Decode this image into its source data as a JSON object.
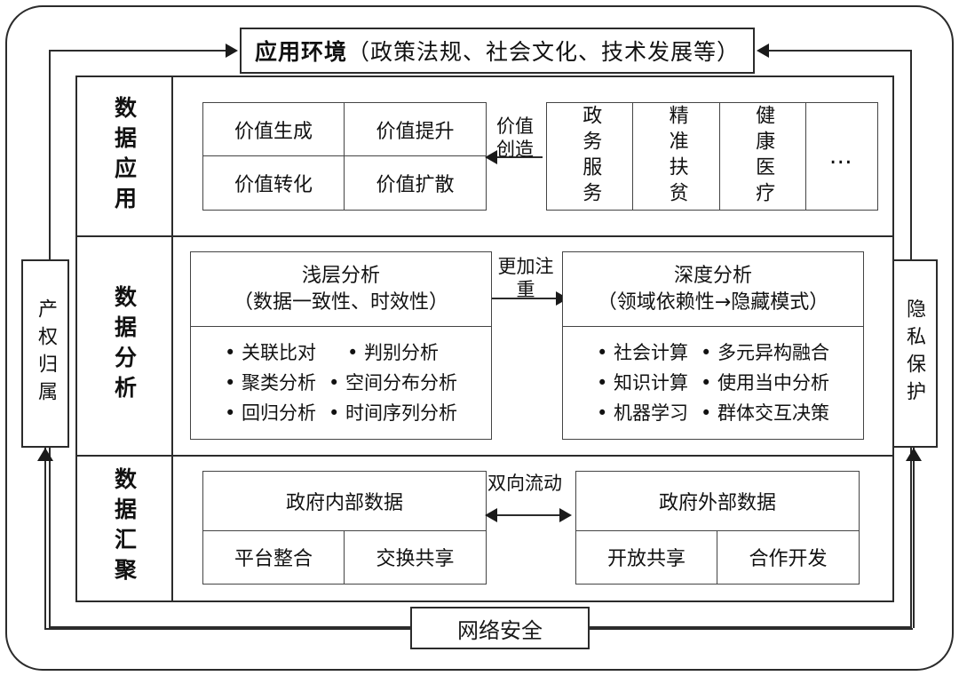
{
  "diagram": {
    "title_banner": "应用环境（政策法规、社会文化、技术发展等）",
    "bottom_banner": "网络安全",
    "left_side_label": "产权归属",
    "right_side_label": "隐私保护",
    "rows": {
      "application": {
        "label": "数据应用",
        "value_grid": [
          "价值生成",
          "价值提升",
          "价值转化",
          "价值扩散"
        ],
        "connector_label": "价值创造",
        "domains": [
          "政务服务",
          "精准扶贫",
          "健康医疗",
          "…"
        ]
      },
      "analysis": {
        "label": "数据分析",
        "connector_label": "更加注重",
        "shallow": {
          "title": "浅层分析",
          "subtitle": "（数据一致性、时效性）",
          "left_items": [
            "关联比对",
            "聚类分析",
            "回归分析"
          ],
          "right_items": [
            "判别分析",
            "空间分布分析",
            "时间序列分析"
          ]
        },
        "deep": {
          "title": "深度分析",
          "subtitle": "（领域依赖性→隐藏模式）",
          "left_items": [
            "社会计算",
            "知识计算",
            "机器学习"
          ],
          "right_items": [
            "多元异构融合",
            "使用当中分析",
            "群体交互决策"
          ]
        }
      },
      "aggregation": {
        "label": "数据汇聚",
        "connector_label": "双向流动",
        "internal": {
          "title": "政府内部数据",
          "subcells": [
            "平台整合",
            "交换共享"
          ]
        },
        "external": {
          "title": "政府外部数据",
          "subcells": [
            "开放共享",
            "合作开发"
          ]
        }
      }
    },
    "colors": {
      "stroke": "#2b2b2b",
      "background": "#ffffff",
      "text": "#111111"
    }
  }
}
